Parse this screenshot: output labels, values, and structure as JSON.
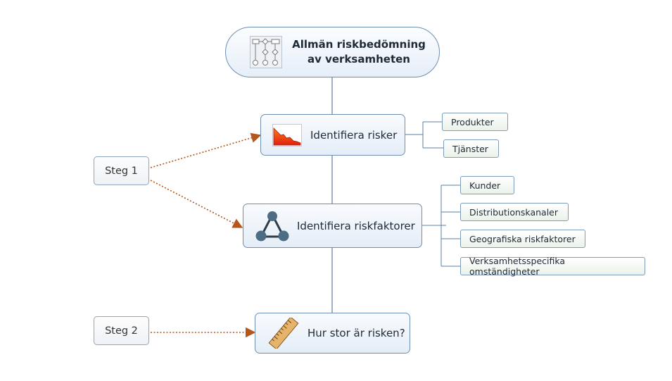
{
  "root": {
    "title_line1": "Allmän riskbedömning",
    "title_line2": "av verksamheten",
    "icon": "process-flowchart-icon"
  },
  "branches": [
    {
      "label": "Identifiera risker",
      "icon": "area-chart-icon",
      "children": [
        "Produkter",
        "Tjänster"
      ]
    },
    {
      "label": "Identifiera riskfaktorer",
      "icon": "network-nodes-icon",
      "children": [
        "Kunder",
        "Distributionskanaler",
        "Geografiska riskfaktorer",
        "Verksamhetsspecifika omständigheter"
      ]
    },
    {
      "label": "Hur stor är risken?",
      "icon": "ruler-icon",
      "children": []
    }
  ],
  "steps": [
    {
      "label": "Steg 1",
      "targets": [
        0,
        1
      ]
    },
    {
      "label": "Steg 2",
      "targets": [
        2
      ]
    }
  ],
  "colors": {
    "node_border": "#6f8fb0",
    "connector": "#5b7fa6",
    "step_arrow": "#b5561b",
    "sub_fill": "#eaf2ea"
  }
}
